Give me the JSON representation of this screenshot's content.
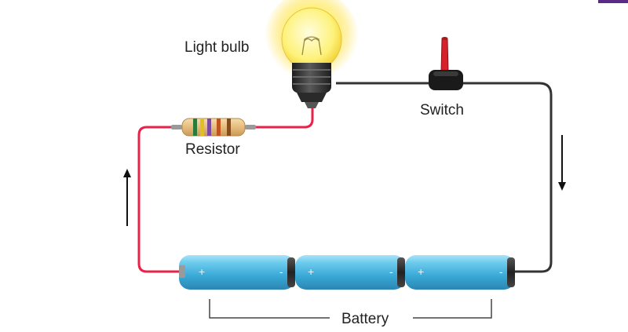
{
  "labels": {
    "light_bulb": "Light bulb",
    "switch": "Switch",
    "resistor": "Resistor",
    "battery": "Battery"
  },
  "battery": {
    "cells": 3,
    "cell_symbols": {
      "positive": "+",
      "negative": "-"
    }
  },
  "current_direction": {
    "right_wire": "down",
    "left_wire": "up"
  },
  "colors": {
    "negative_wire": "#333333",
    "positive_wire": "#e8234a",
    "cell_body": "#4fb8e0",
    "bulb_glow": "#fff06a",
    "switch_lever": "#d8202a"
  }
}
